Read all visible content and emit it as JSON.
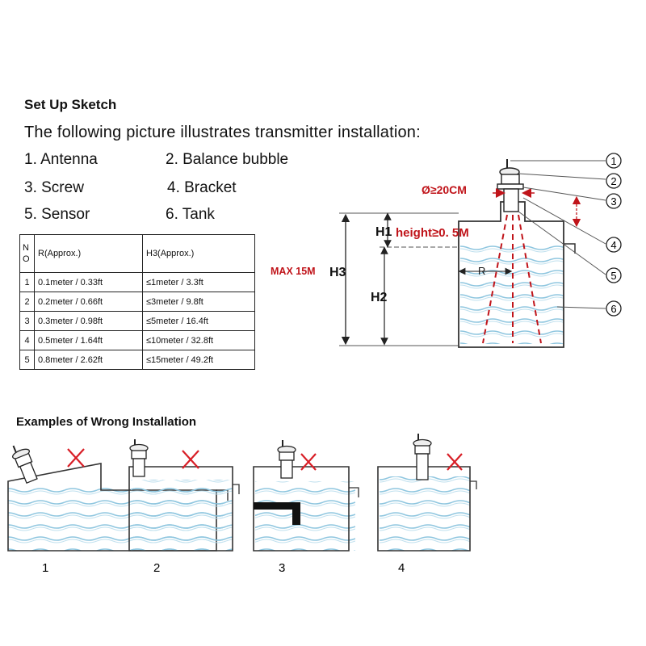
{
  "title": "Set Up Sketch",
  "subtitle": "The following picture illustrates transmitter installation:",
  "parts": [
    {
      "label": "1. Antenna"
    },
    {
      "label": "2. Balance bubble"
    },
    {
      "label": "3. Screw"
    },
    {
      "label": "4. Bracket"
    },
    {
      "label": "5. Sensor"
    },
    {
      "label": "6. Tank"
    }
  ],
  "table": {
    "headers": [
      "NO",
      "R(Approx.)",
      "H3(Approx.)"
    ],
    "rows": [
      [
        "1",
        "0.1meter / 0.33ft",
        "≤1meter / 3.3ft"
      ],
      [
        "2",
        "0.2meter / 0.66ft",
        "≤3meter / 9.8ft"
      ],
      [
        "3",
        "0.3meter / 0.98ft",
        "≤5meter / 16.4ft"
      ],
      [
        "4",
        "0.5meter / 1.64ft",
        "≤10meter / 32.8ft"
      ],
      [
        "5",
        "0.8meter / 2.62ft",
        "≤15meter / 49.2ft"
      ]
    ]
  },
  "diagram": {
    "diameter_label": "Ø≥20CM",
    "h1_label": "H1",
    "height_label": "height≥0. 5M",
    "max_label": "MAX 15M",
    "h3_label": "H3",
    "h2_label": "H2",
    "r_label": "R",
    "callouts": [
      "1",
      "2",
      "3",
      "4",
      "5",
      "6"
    ],
    "accent_color": "#c0141a",
    "water_color": "#8fc6df"
  },
  "wrong_examples": {
    "title": "Examples of Wrong Installation",
    "labels": [
      "1",
      "2",
      "3",
      "4"
    ],
    "mark_color": "#d81e26"
  }
}
